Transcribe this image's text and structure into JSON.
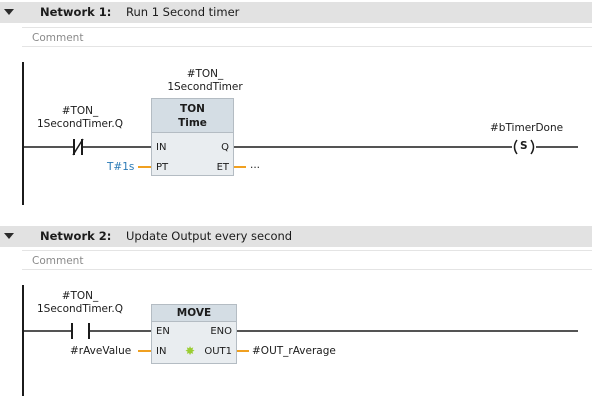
{
  "network1": {
    "label": "Network 1:",
    "title": "Run 1 Second timer",
    "comment": "Comment",
    "contact_tag_line1": "#TON_",
    "contact_tag_line2": "1SecondTimer.Q",
    "instance_line1": "#TON_",
    "instance_line2": "1SecondTimer",
    "block_name": "TON",
    "block_type": "Time",
    "pin_in": "IN",
    "pin_pt": "PT",
    "pin_q": "Q",
    "pin_et": "ET",
    "pt_value": "T#1s",
    "et_value": "...",
    "coil_tag": "#bTimerDone",
    "coil_letter": "S"
  },
  "network2": {
    "label": "Network 2:",
    "title": "Update Output every second",
    "comment": "Comment",
    "contact_tag_line1": "#TON_",
    "contact_tag_line2": "1SecondTimer.Q",
    "block_name": "MOVE",
    "pin_en": "EN",
    "pin_eno": "ENO",
    "pin_in": "IN",
    "pin_out1": "OUT1",
    "in_value": "#rAveValue",
    "out_value": "#OUT_rAverage"
  },
  "colors": {
    "header_bg": "#e2e2e2",
    "wire": "#1b1b1b",
    "param_wire": "#f0a020",
    "constant_text": "#2a7ab6",
    "block_bg": "#e9edf0",
    "star": "#9acd32"
  }
}
